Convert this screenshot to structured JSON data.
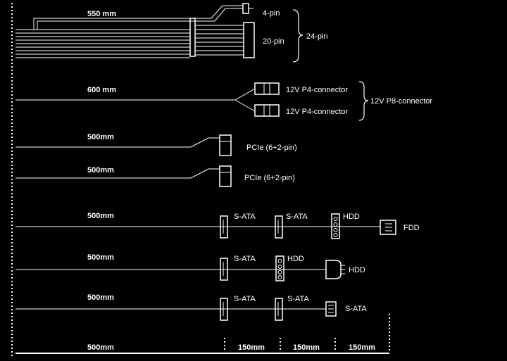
{
  "colors": {
    "background": "#000000",
    "line": "#ffffff"
  },
  "cables": {
    "atx": {
      "length": "550 mm",
      "pin4": "4-pin",
      "pin20": "20-pin",
      "pin24": "24-pin"
    },
    "eps": {
      "length": "600 mm",
      "p4a": "12V P4-connector",
      "p4b": "12V P4-connector",
      "p8": "12V P8-connector"
    },
    "pcie1": {
      "length": "500mm",
      "label": "PCIe (6+2-pin)"
    },
    "pcie2": {
      "length": "500mm",
      "label": "PCIe (6+2-pin)"
    },
    "row1": {
      "length": "500mm",
      "c1": "S-ATA",
      "c2": "S-ATA",
      "c3": "HDD",
      "c4": "FDD"
    },
    "row2": {
      "length": "500mm",
      "c1": "S-ATA",
      "c2": "HDD",
      "c3": "HDD"
    },
    "row3": {
      "length": "500mm",
      "c1": "S-ATA",
      "c2": "S-ATA",
      "c3": "S-ATA"
    }
  },
  "scale": {
    "s1": "500mm",
    "s2": "150mm",
    "s3": "150mm",
    "s4": "150mm"
  }
}
